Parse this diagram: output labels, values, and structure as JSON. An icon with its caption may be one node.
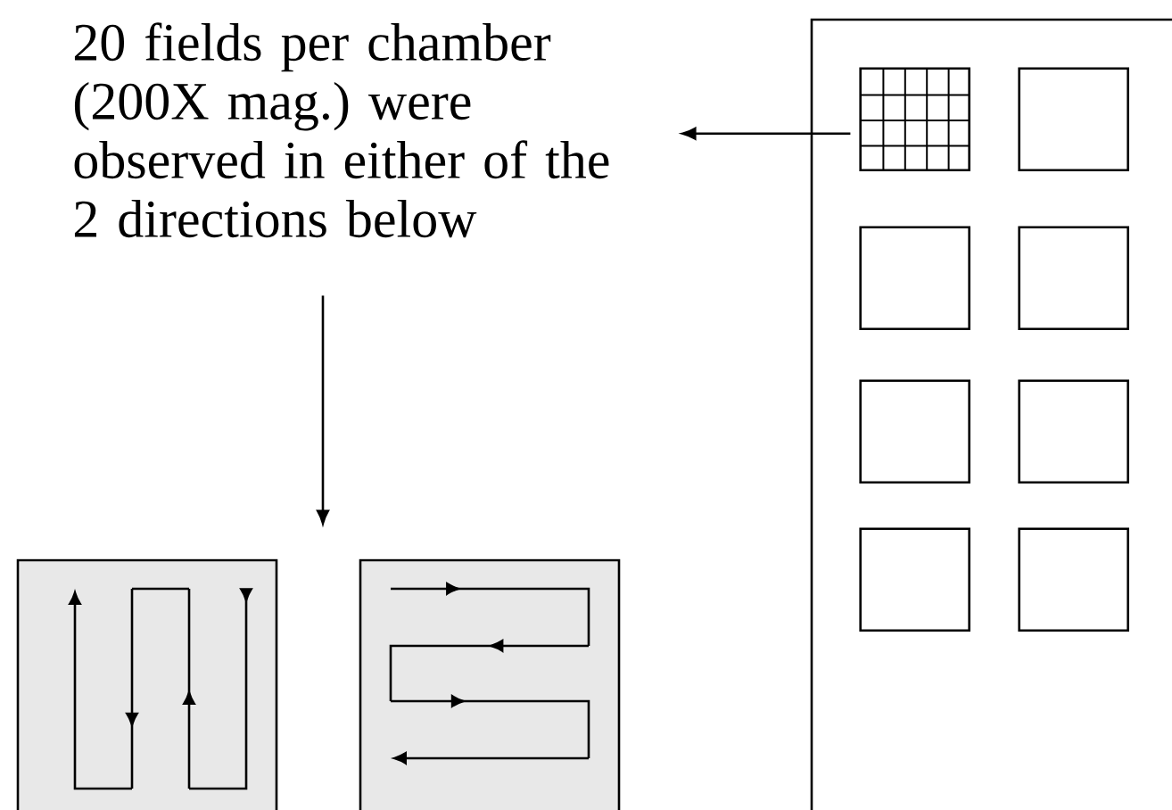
{
  "diagram": {
    "nodes": [
      {
        "text": [
          "20 fields per chamber (200X mag.) were observed in either of the 2 directions below"
        ]
      },
      {
        "text": [],
        "shape": "box"
      },
      {
        "text": [],
        "shape": "box",
        "in": 1
      },
      {
        "text": [],
        "shape": "box",
        "in": 1
      },
      {
        "text": [],
        "shape": "box",
        "in": 1
      },
      {
        "text": [],
        "shape": "box",
        "in": 1
      },
      {
        "text": [],
        "shape": "box",
        "in": 1
      },
      {
        "text": [],
        "shape": "box",
        "in": 1
      },
      {
        "text": [],
        "shape": "box",
        "in": 1
      },
      {
        "text": [],
        "shape": "box",
        "in": 1
      },
      {
        "text": [],
        "shape": "box"
      },
      {
        "text": [],
        "shape": "box"
      }
    ],
    "edges": [
      {
        "from": 2,
        "to": 0,
        "arrow": "to"
      },
      {
        "from": 0,
        "to": null,
        "arrow": "to"
      }
    ]
  }
}
